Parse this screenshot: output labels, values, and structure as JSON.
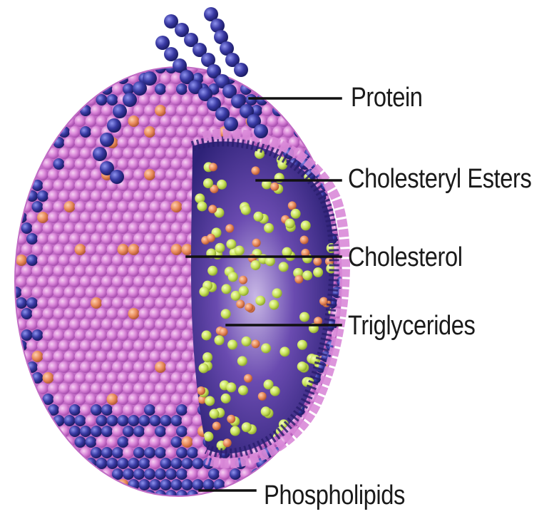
{
  "labels": {
    "protein": "Protein",
    "cholesteryl_esters": "Cholesteryl  Esters",
    "cholesterol": "Cholesterol",
    "triglycerides": "Triglycerides",
    "phospholipids": "Phospholipids"
  },
  "colors": {
    "phospholipid_pink": "#d77fd6",
    "phospholipid_highlight": "#f2c2ee",
    "protein_blue": "#2f2f8f",
    "protein_highlight": "#7b7fe0",
    "cholesterol_orange": "#e58a5a",
    "ester_green": "#c7e05a",
    "core_purple": "#5a3b9c",
    "leader_line": "#111111"
  }
}
